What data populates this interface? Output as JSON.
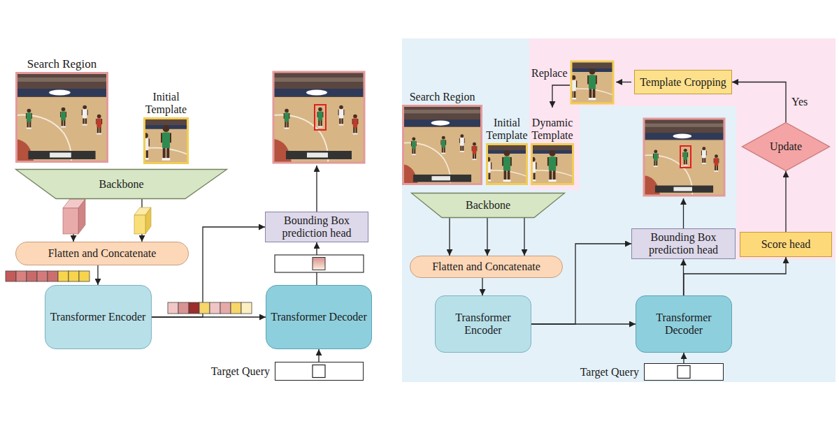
{
  "diagram": {
    "nodes": [
      {
        "text": [
          "Search Region"
        ]
      },
      {
        "text": [
          "Initial Template"
        ]
      },
      {
        "text": [
          "Backbone"
        ]
      },
      {
        "text": [
          "Flatten and Concatenate"
        ]
      },
      {
        "text": [
          "Transformer Encoder"
        ]
      },
      {
        "text": [
          "Transformer Decoder"
        ]
      },
      {
        "text": [
          "Target Query"
        ]
      },
      {
        "text": [
          "Bounding Box prediction head"
        ]
      },
      {
        "text": [
          "Search Region"
        ]
      },
      {
        "text": [
          "Initial Template"
        ]
      },
      {
        "text": [
          "Dynamic Template"
        ]
      },
      {
        "text": [
          "Backbone"
        ]
      },
      {
        "text": [
          "Flatten and Concatenate"
        ]
      },
      {
        "text": [
          "Transformer Encoder"
        ]
      },
      {
        "text": [
          "Transformer Decoder"
        ]
      },
      {
        "text": [
          "Target Query"
        ]
      },
      {
        "text": [
          "Bounding Box prediction head"
        ]
      },
      {
        "text": [
          "Score head"
        ]
      },
      {
        "text": [
          "Update"
        ]
      },
      {
        "text": [
          "Template Cropping"
        ]
      }
    ],
    "edges": [
      {
        "from": 2,
        "to": 3,
        "arrow": "to"
      },
      {
        "from": 2,
        "to": 3,
        "arrow": "to"
      },
      {
        "from": 3,
        "to": 4,
        "arrow": "to"
      },
      {
        "from": 4,
        "to": 5,
        "arrow": "to"
      },
      {
        "from": 4,
        "to": 7,
        "arrow": "to"
      },
      {
        "from": 6,
        "to": 5,
        "arrow": "to"
      },
      {
        "from": 5,
        "to": 7,
        "arrow": "to"
      },
      {
        "from": 11,
        "to": 12,
        "arrow": "to"
      },
      {
        "from": 11,
        "to": 12,
        "arrow": "to"
      },
      {
        "from": 11,
        "to": 12,
        "arrow": "to"
      },
      {
        "from": 12,
        "to": 13,
        "arrow": "to"
      },
      {
        "from": 13,
        "to": 14,
        "arrow": "to"
      },
      {
        "from": 13,
        "to": 16,
        "arrow": "to"
      },
      {
        "from": 15,
        "to": 14,
        "arrow": "to"
      },
      {
        "from": 14,
        "to": 16,
        "arrow": "to"
      },
      {
        "from": 14,
        "to": 17,
        "arrow": "to"
      },
      {
        "from": 17,
        "to": 18,
        "arrow": "to"
      },
      {
        "from": 18,
        "to": 19,
        "label": "Yes",
        "arrow": "to"
      }
    ],
    "labels": [
      "Replace"
    ]
  }
}
